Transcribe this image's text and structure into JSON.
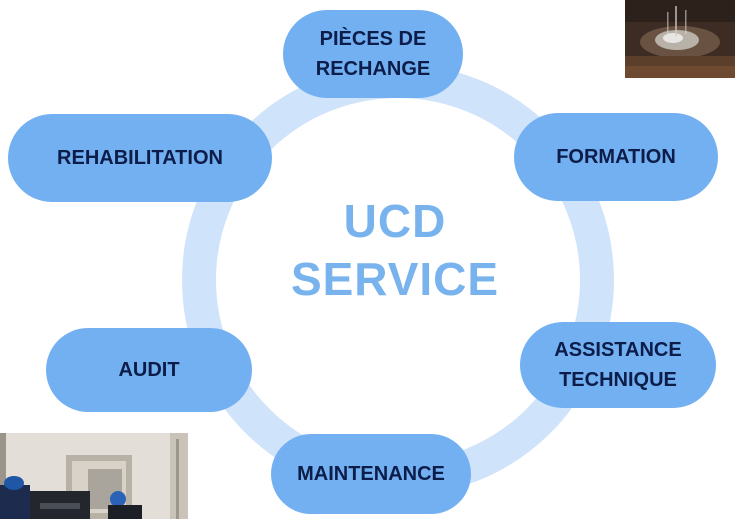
{
  "diagram": {
    "center": {
      "line1": "UCD",
      "line2": "SERVICE"
    },
    "nodes": {
      "pieces": "PIÈCES DE\nRECHANGE",
      "formation": "FORMATION",
      "assistance": "ASSISTANCE\nTECHNIQUE",
      "maintenance": "MAINTENANCE",
      "audit": "AUDIT",
      "rehab": "REHABILITATION"
    }
  },
  "colors": {
    "pill": "#73b0f1",
    "pill_text": "#0c1d49",
    "ring": "#cfe3fa",
    "center_text": "#79b3ee"
  },
  "images": {
    "top_right": "water-splash-photo",
    "bottom_left": "workshop-machinery-photo"
  }
}
